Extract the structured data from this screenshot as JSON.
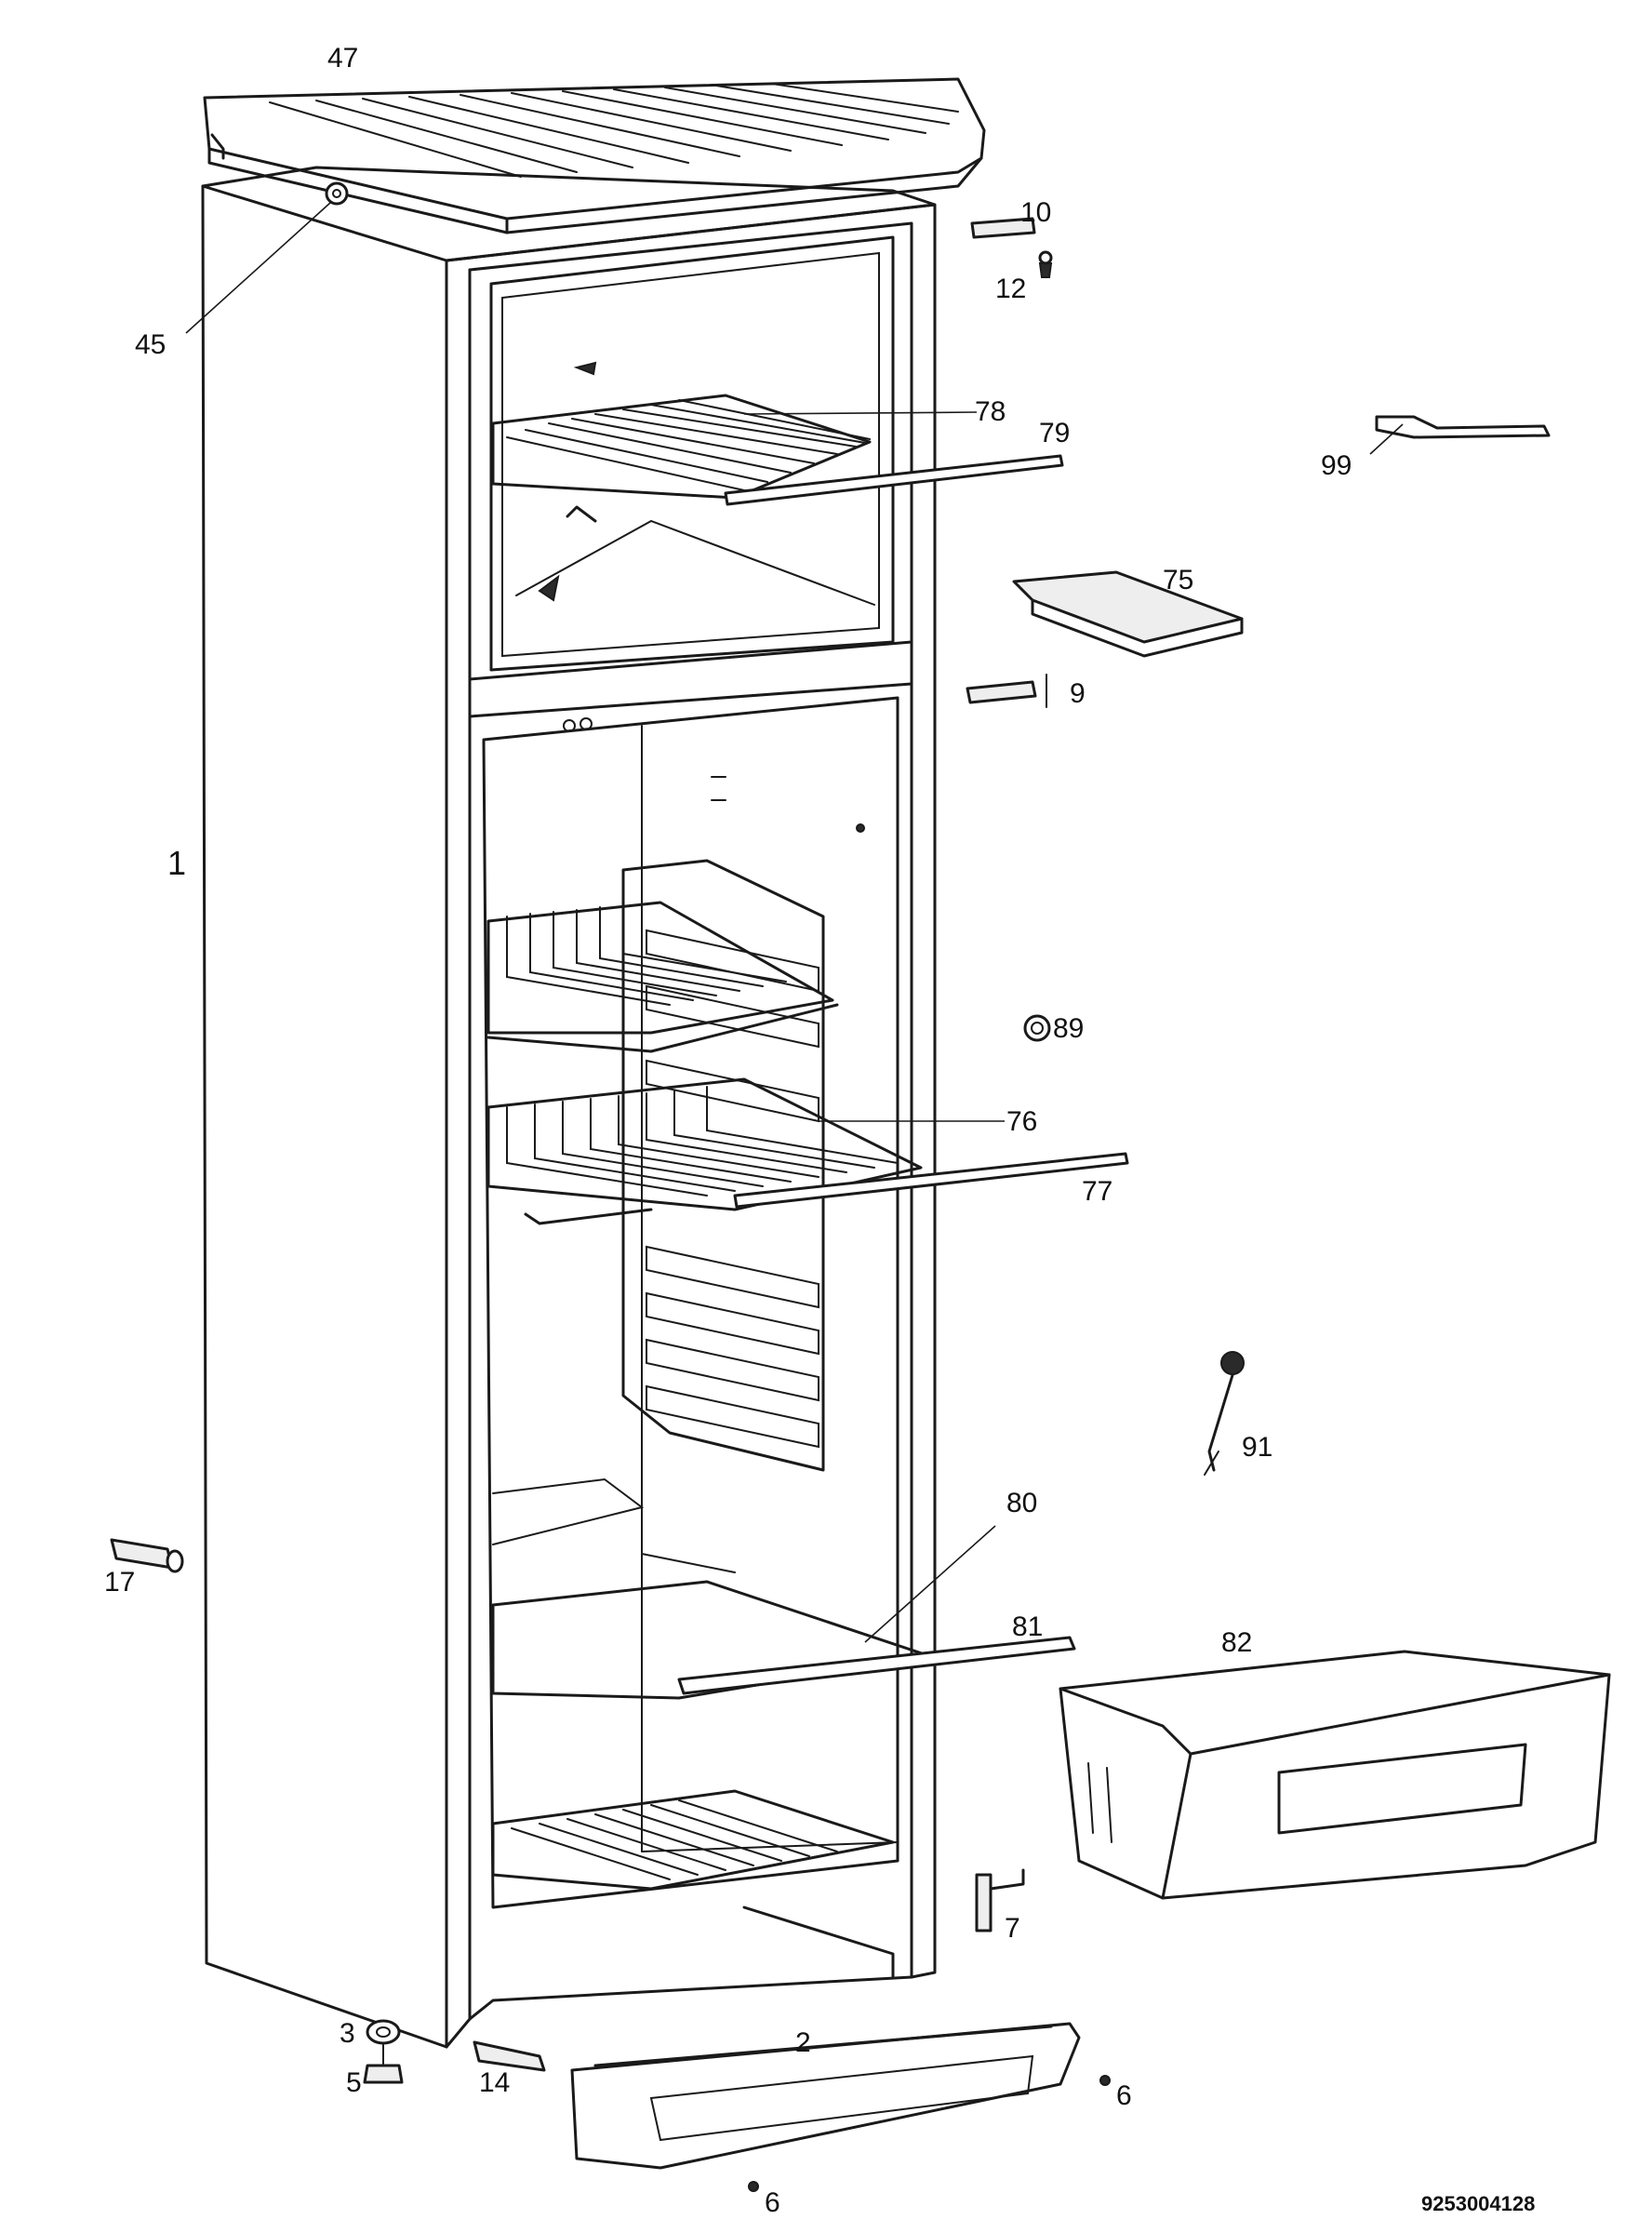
{
  "diagram": {
    "part_labels": {
      "p47": "47",
      "p45": "45",
      "p10": "10",
      "p12": "12",
      "p78": "78",
      "p79": "79",
      "p99": "99",
      "p75": "75",
      "p9": "9",
      "p1": "1",
      "p89": "89",
      "p76": "76",
      "p77": "77",
      "p91": "91",
      "p80": "80",
      "p17": "17",
      "p81": "81",
      "p82": "82",
      "p7": "7",
      "p2": "2",
      "p3": "3",
      "p5": "5",
      "p14": "14",
      "p6a": "6",
      "p6b": "6"
    },
    "document_number": "9253004128"
  }
}
